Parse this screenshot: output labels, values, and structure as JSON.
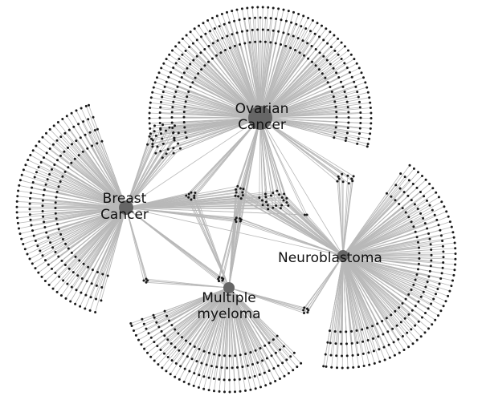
{
  "colors": {
    "background": "#ffffff",
    "edge": "#b8b8b8",
    "node": "#1a1a1a",
    "hub": "#666666"
  },
  "hubs": {
    "ovarian": {
      "line1": "Ovarian",
      "line2": "Cancer"
    },
    "breast": {
      "line1": "Breast",
      "line2": "Cancer"
    },
    "neuro": {
      "line1": "Neuroblastoma"
    },
    "myeloma": {
      "line1": "Multiple",
      "line2": "myeloma"
    }
  }
}
